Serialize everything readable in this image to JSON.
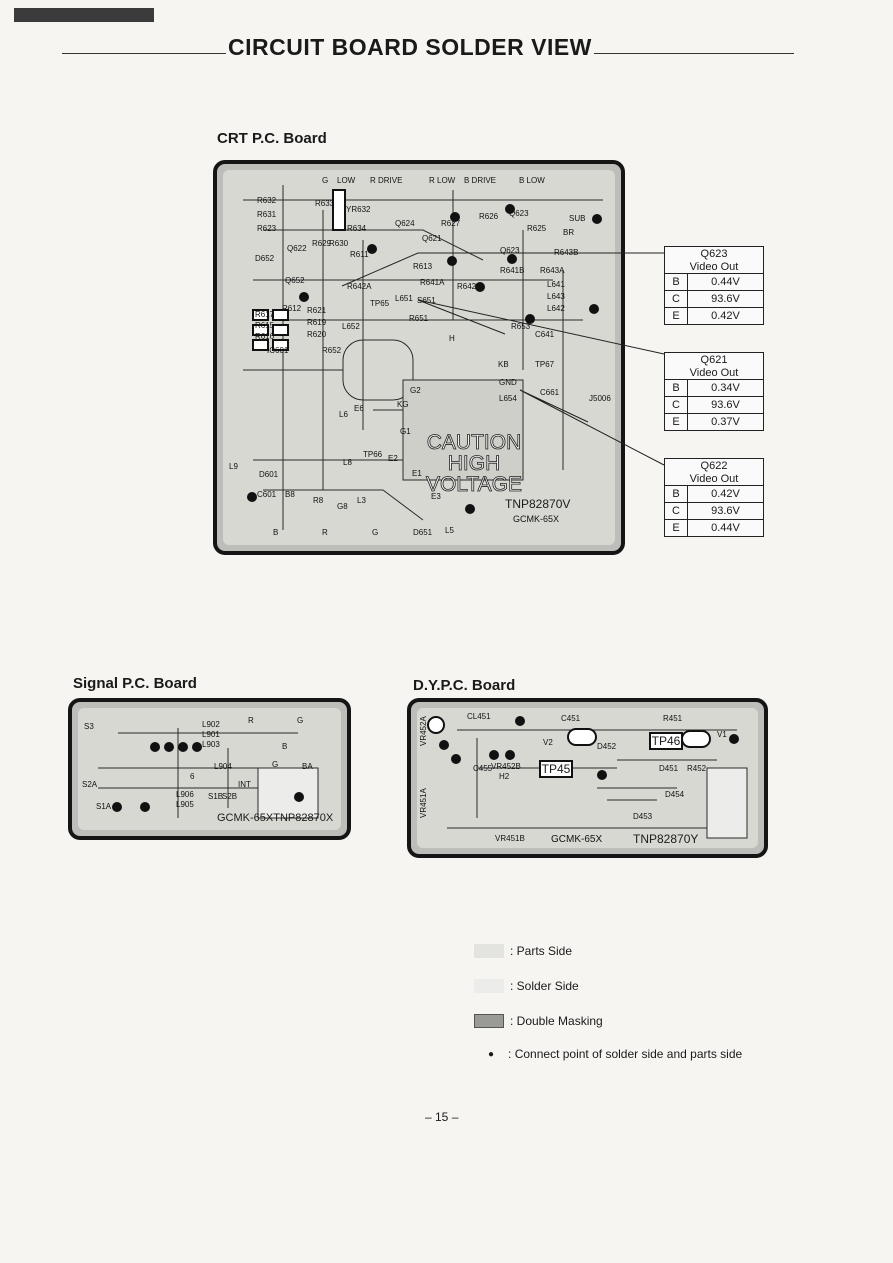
{
  "page": {
    "title": "CIRCUIT BOARD SOLDER VIEW",
    "page_number": "– 15 –"
  },
  "crt_board": {
    "label": "CRT P.C. Board",
    "caution_lines": [
      "CAUTION",
      "HIGH",
      "VOLTAGE"
    ],
    "part_number": "TNP82870V",
    "model_code": "GCMK-65X",
    "top_labels": [
      "G",
      "LOW",
      "R DRIVE",
      "R LOW",
      "B DRIVE",
      "B LOW"
    ],
    "components": [
      "R632",
      "R631",
      "R623",
      "R633",
      "YR632",
      "R634",
      "Q624",
      "R627",
      "R626",
      "Q623",
      "R625",
      "SUB",
      "BR",
      "Q621",
      "Q622",
      "R629",
      "R630",
      "R611",
      "Q623",
      "R643B",
      "R613",
      "R641B",
      "R643A",
      "R642A",
      "R641A",
      "R642B",
      "L641",
      "L643",
      "L642",
      "Q652",
      "D652",
      "R617",
      "R612",
      "R621",
      "R615",
      "R619",
      "R616",
      "R620",
      "IC601",
      "R652",
      "L652",
      "TP65",
      "L651",
      "S651",
      "R651",
      "R653",
      "C641",
      "H",
      "KB",
      "TP67",
      "GND",
      "L654",
      "C661",
      "L6",
      "E6",
      "G2",
      "KG",
      "G1",
      "E2",
      "L8",
      "TP66",
      "E1",
      "E3",
      "D601",
      "C601",
      "B8",
      "L9",
      "G8",
      "R8",
      "L3",
      "D651",
      "L5",
      "B",
      "R",
      "G",
      "J5006"
    ]
  },
  "q623": {
    "title": "Q623\nVideo Out",
    "rows": [
      [
        "B",
        "0.44V"
      ],
      [
        "C",
        "93.6V"
      ],
      [
        "E",
        "0.42V"
      ]
    ]
  },
  "q621": {
    "title": "Q621\nVideo Out",
    "rows": [
      [
        "B",
        "0.34V"
      ],
      [
        "C",
        "93.6V"
      ],
      [
        "E",
        "0.37V"
      ]
    ]
  },
  "q622": {
    "title": "Q622\nVideo Out",
    "rows": [
      [
        "B",
        "0.42V"
      ],
      [
        "C",
        "93.6V"
      ],
      [
        "E",
        "0.44V"
      ]
    ]
  },
  "signal_board": {
    "label": "Signal P.C. Board",
    "part_number": "GCMK-65XTNP82870X",
    "components": [
      "S3",
      "L902",
      "L901",
      "L903",
      "L904",
      "S2A",
      "S1A",
      "L906",
      "L905",
      "S1B",
      "S2B",
      "INT",
      "R",
      "G",
      "B",
      "BA",
      "G",
      "6"
    ]
  },
  "dy_board": {
    "label": "D.Y.P.C. Board",
    "model_code": "GCMK-65X",
    "part_number": "TNP82870Y",
    "components": [
      "VR452A",
      "CL451",
      "C451",
      "R451",
      "V2",
      "D452",
      "TP46",
      "V1",
      "VR452B",
      "H2",
      "C455",
      "TP45",
      "D451",
      "R452",
      "D454",
      "D453",
      "VR451A",
      "VR451B"
    ]
  },
  "legend": [
    {
      "text": ": Parts Side",
      "color": "#e3e3df"
    },
    {
      "text": ": Solder Side",
      "color": "#ececea"
    },
    {
      "text": ": Double Masking",
      "color": "#9a9a96"
    },
    {
      "text": ": Connect point of solder side and parts side",
      "symbol": "●"
    }
  ]
}
